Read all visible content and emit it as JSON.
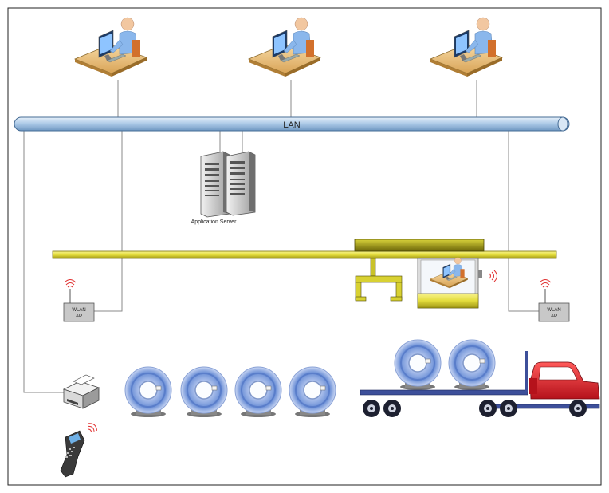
{
  "diagram": {
    "lan_label": "LAN",
    "server_label": "Application Server",
    "wlan_left_line1": "WLAN",
    "wlan_left_line2": "AP",
    "wlan_right_line1": "WLAN",
    "wlan_right_line2": "AP"
  },
  "icons": {
    "workstation": "workstation-user-icon",
    "server": "server-rack-icon",
    "wlan_ap": "wireless-access-point-icon",
    "crane": "overhead-crane-icon",
    "cabin": "crane-cabin-operator-icon",
    "printer": "label-printer-icon",
    "scanner": "handheld-scanner-icon",
    "coil": "steel-coil-icon",
    "truck": "flatbed-truck-icon"
  },
  "colors": {
    "lan_fill": "#b9d3ea",
    "rail_yellow": "#e8e25a",
    "truck_red": "#d9202a",
    "coil_blue": "#6b8fd6"
  }
}
